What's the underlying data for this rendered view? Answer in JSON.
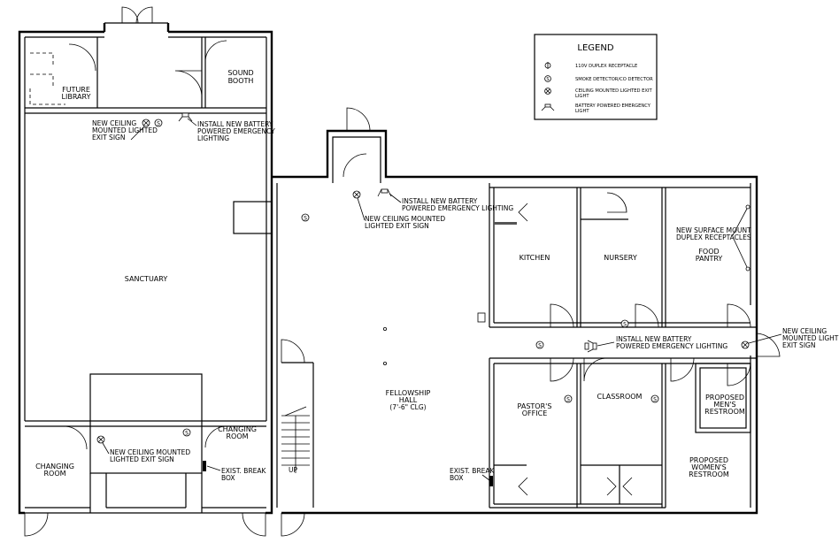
{
  "legend": {
    "title": "LEGEND",
    "items": [
      {
        "icon": "receptacle-icon",
        "text": "110V DUPLEX RECEPTACLE"
      },
      {
        "icon": "smoke-detector-icon",
        "text": "SMOKE DETECTOR/CO DETECTOR"
      },
      {
        "icon": "exit-sign-icon",
        "text": "CEILING MOUNTED LIGHTED EXIT",
        "text2": "LIGHT"
      },
      {
        "icon": "emergency-light-icon",
        "text": "BATTERY POWERED EMERGENCY",
        "text2": "LIGHT"
      }
    ]
  },
  "rooms": {
    "future_library": [
      "FUTURE",
      "LIBRARY"
    ],
    "sound_booth": [
      "SOUND",
      "BOOTH"
    ],
    "sanctuary": "SANCTUARY",
    "fellowship_hall": [
      "FELLOWSHIP",
      "HALL",
      "(7'-6\" CLG)"
    ],
    "kitchen": "KITCHEN",
    "nursery": "NURSERY",
    "food_pantry": [
      "FOOD",
      "PANTRY"
    ],
    "pastors_office": [
      "PASTOR'S",
      "OFFICE"
    ],
    "classroom": "CLASSROOM",
    "mens_restroom": [
      "PROPOSED",
      "MEN'S",
      "RESTROOM"
    ],
    "womens_restroom": [
      "PROPOSED",
      "WOMEN'S",
      "RESTROOM"
    ],
    "changing_room_left": [
      "CHANGING",
      "ROOM"
    ],
    "changing_room_right": [
      "CHANGING",
      "ROOM"
    ]
  },
  "notes": {
    "exit_sign_sanctuary": [
      "NEW CEILING",
      "MOUNTED LIGHTED",
      "EXIT SIGN"
    ],
    "emergency_sanctuary": [
      "INSTALL NEW BATTERY",
      "POWERED EMERGENCY",
      "LIGHTING"
    ],
    "emergency_fellowship": [
      "INSTALL NEW BATTERY",
      "POWERED EMERGENCY LIGHTING"
    ],
    "exit_sign_fellowship": [
      "NEW CEILING MOUNTED",
      "LIGHTED EXIT SIGN"
    ],
    "duplex_receptacles": [
      "NEW SURFACE MOUNT",
      "DUPLEX RECEPTACLES"
    ],
    "emergency_corridor": [
      "INSTALL NEW BATTERY",
      "POWERED EMERGENCY LIGHTING"
    ],
    "exit_sign_corridor": [
      "NEW CEILING",
      "MOUNTED LIGHTED",
      "EXIT SIGN"
    ],
    "exit_sign_changing": [
      "NEW CEILING MOUNTED",
      "LIGHTED EXIT SIGN"
    ],
    "break_box_changing": [
      "EXIST. BREAK",
      "BOX"
    ],
    "break_box_office": [
      "EXIST. BREAK",
      "BOX"
    ],
    "stair_up": "UP"
  },
  "symbols": {
    "smoke": "S"
  }
}
